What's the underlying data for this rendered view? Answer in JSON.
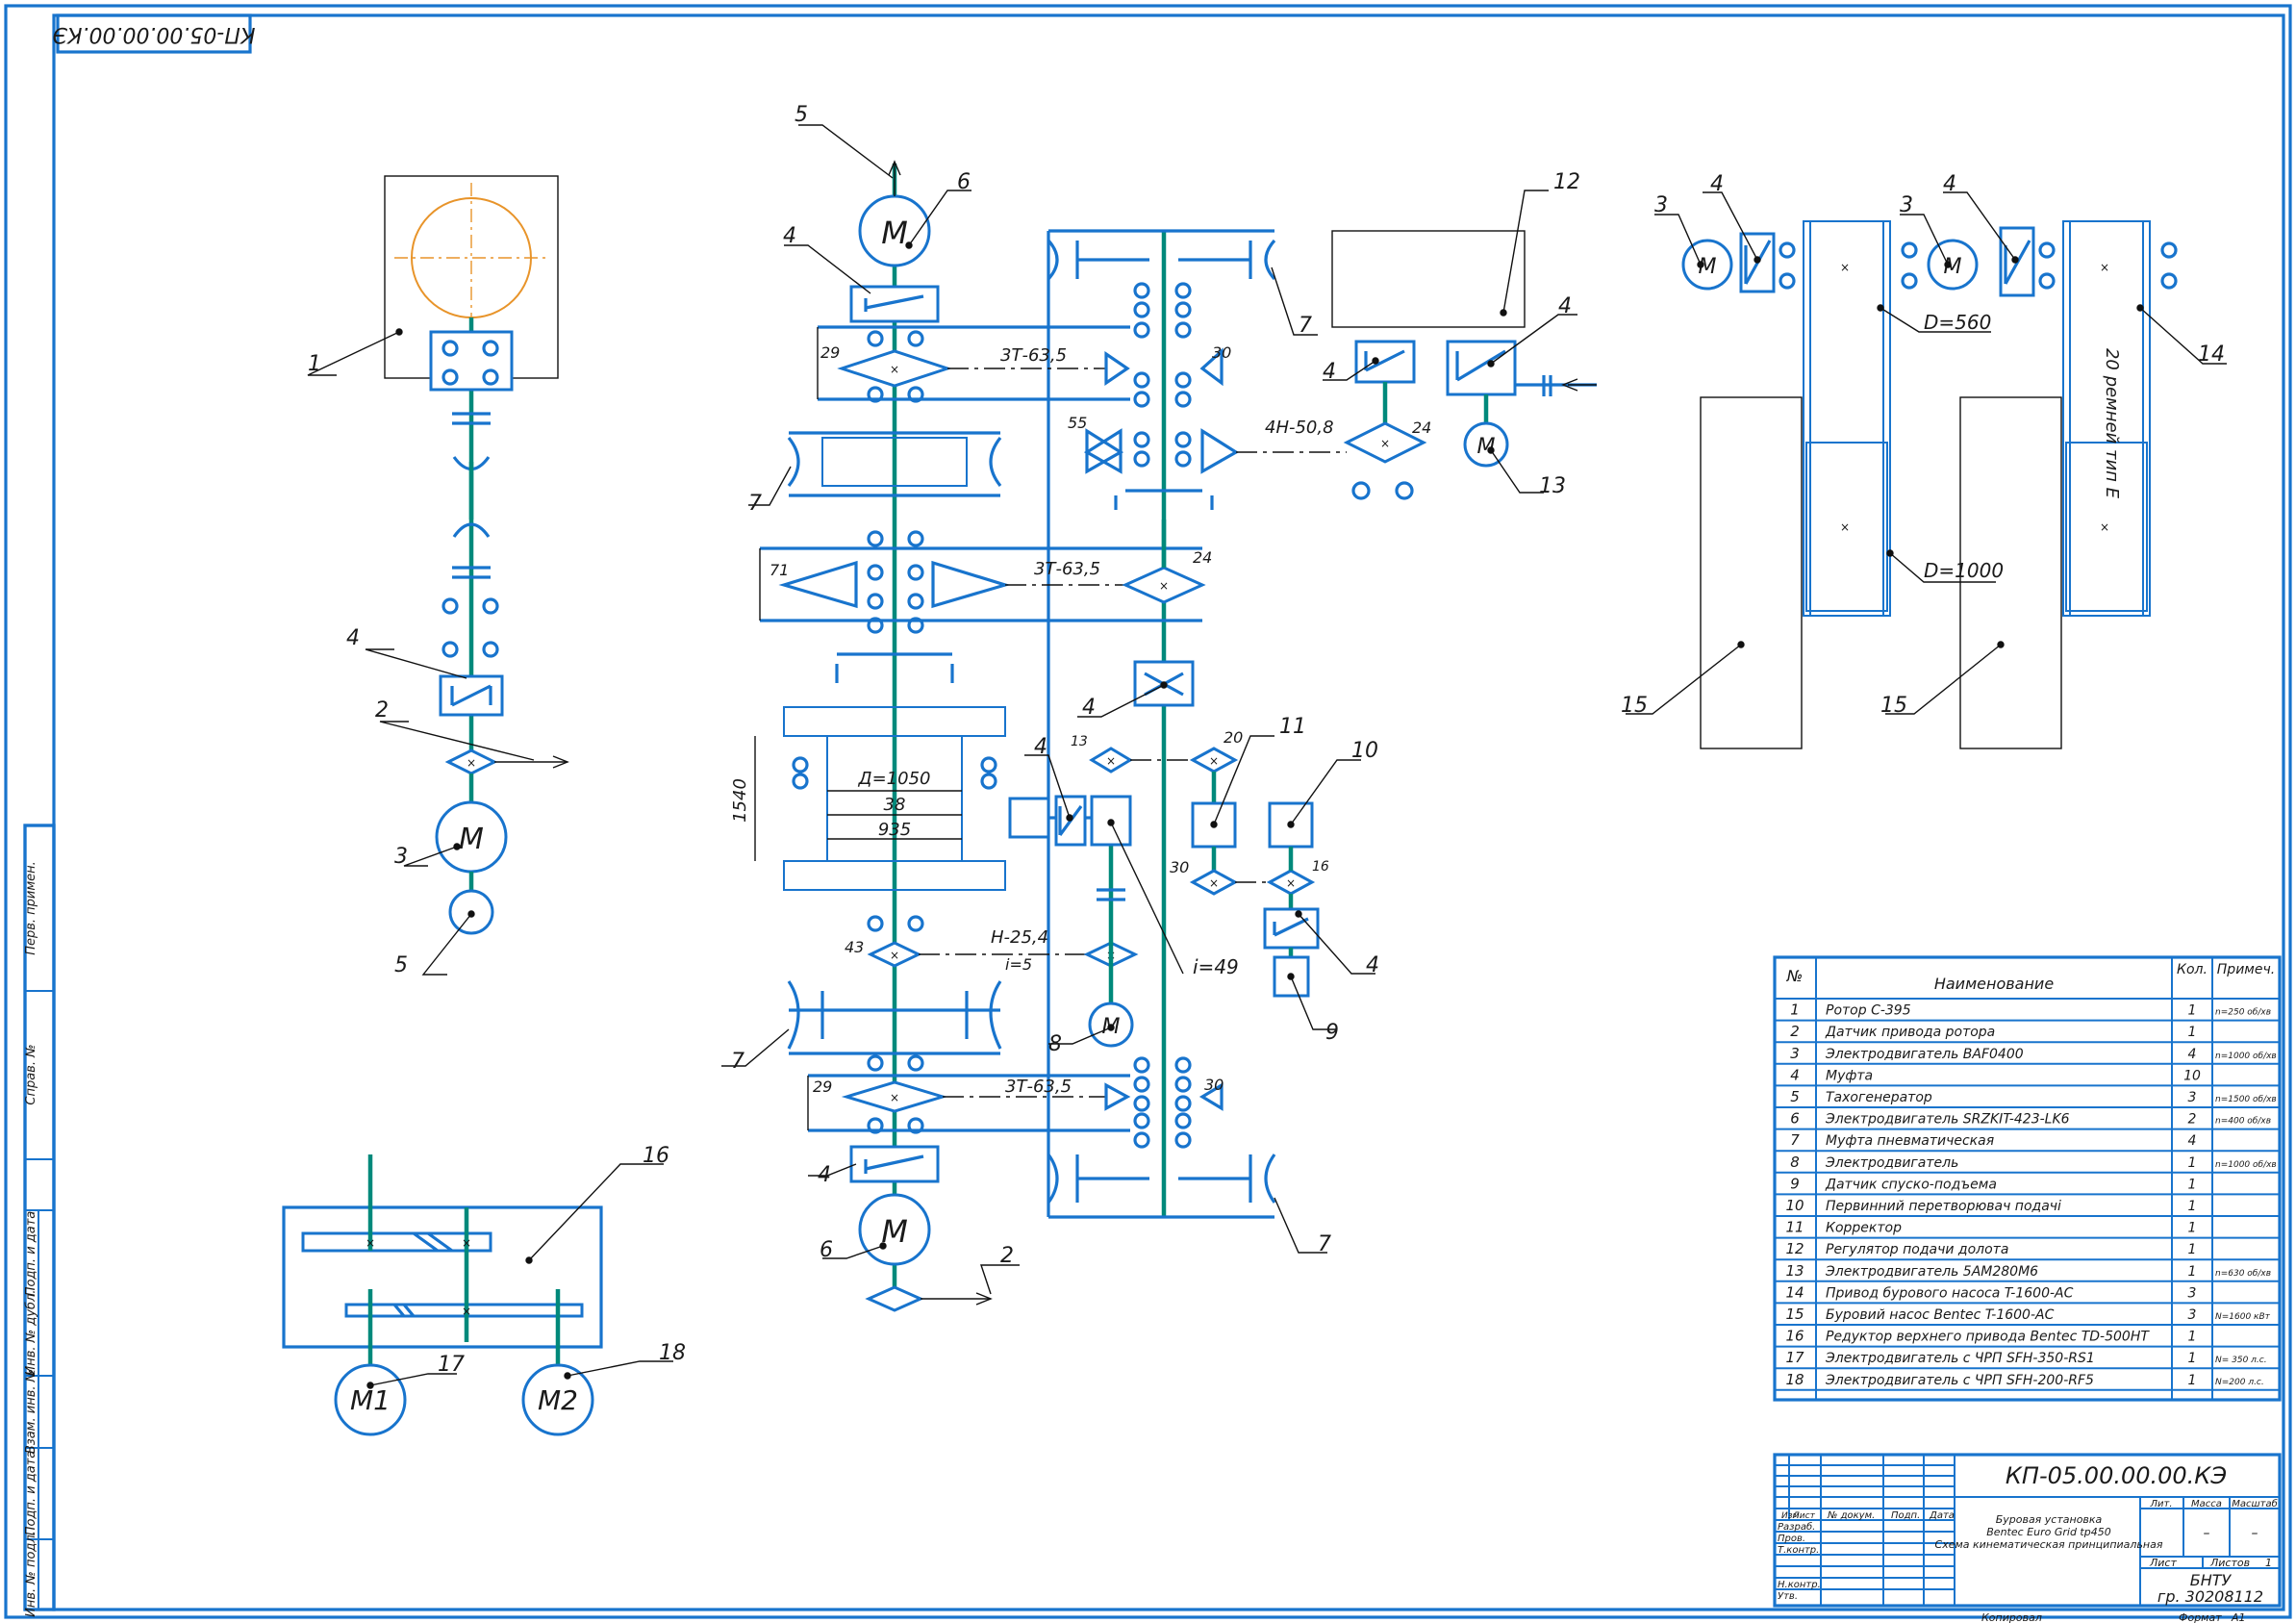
{
  "drawing": {
    "code": "КП-05.00.00.00.КЭ",
    "code_inverted": "КП-05.00.00.00.КЭ",
    "title_lines": [
      "Буровая установка",
      "Bentec Euro Grid tp450",
      "Схема кинематическая принципиальная"
    ],
    "org": "БНТУ",
    "group": "гр. 30208112",
    "sheet_label": "Лист",
    "sheets_label": "Листов",
    "sheets_value": "1",
    "lit_label": "Лит.",
    "mass_label": "Масса",
    "scale_label": "Масштаб",
    "mass_value": "–",
    "scale_value": "–",
    "copied": "Копировал",
    "format_label": "Формат",
    "format_value": "А1"
  },
  "stamp_columns": [
    "Изм",
    "Лист",
    "№ докум.",
    "Подп.",
    "Дата"
  ],
  "stamp_rows": [
    "Разраб.",
    "Пров.",
    "Т.контр.",
    "",
    "Н.контр.",
    "Утв."
  ],
  "side_labels": [
    "Перв. примен.",
    "Справ. №",
    "Подп. и дата",
    "Инв. № дубл.",
    "Взам. инв. №",
    "Подп. и дата",
    "Инв. № подл."
  ],
  "spec_headers": {
    "num": "№",
    "name": "Наименование",
    "qty": "Кол.",
    "note": "Примеч."
  },
  "spec_rows": [
    {
      "num": "1",
      "name": "Ротор С-395",
      "qty": "1",
      "note": "n=250 об/хв"
    },
    {
      "num": "2",
      "name": "Датчик привода ротора",
      "qty": "1",
      "note": ""
    },
    {
      "num": "3",
      "name": "Электродвигатель BAF0400",
      "qty": "4",
      "note": "n=1000 об/хв"
    },
    {
      "num": "4",
      "name": "Муфта",
      "qty": "10",
      "note": ""
    },
    {
      "num": "5",
      "name": "Тахогенератор",
      "qty": "3",
      "note": "n=1500 об/хв"
    },
    {
      "num": "6",
      "name": "Электродвигатель SRZKIT-423-LK6",
      "qty": "2",
      "note": "n=400 об/хв"
    },
    {
      "num": "7",
      "name": "Муфта пневматическая",
      "qty": "4",
      "note": ""
    },
    {
      "num": "8",
      "name": "Электродвигатель",
      "qty": "1",
      "note": "n=1000 об/хв"
    },
    {
      "num": "9",
      "name": "Датчик спуско-подъема",
      "qty": "1",
      "note": ""
    },
    {
      "num": "10",
      "name": "Первинний перетворювач подачі",
      "qty": "1",
      "note": ""
    },
    {
      "num": "11",
      "name": "Корректор",
      "qty": "1",
      "note": ""
    },
    {
      "num": "12",
      "name": "Регулятор подачи долота",
      "qty": "1",
      "note": ""
    },
    {
      "num": "13",
      "name": "Электродвигатель 5AM280M6",
      "qty": "1",
      "note": "n=630 об/хв"
    },
    {
      "num": "14",
      "name": "Привод бурового насоса T-1600-AC",
      "qty": "3",
      "note": ""
    },
    {
      "num": "15",
      "name": "Буровий насос Bentec T-1600-AC",
      "qty": "3",
      "note": "N=1600 кВт"
    },
    {
      "num": "16",
      "name": "Редуктор верхнего привода Bentec TD-500HT",
      "qty": "1",
      "note": ""
    },
    {
      "num": "17",
      "name": "Электродвигатель с ЧРП SFH-350-RS1",
      "qty": "1",
      "note": "N= 350 л.с."
    },
    {
      "num": "18",
      "name": "Электродвигатель с ЧРП SFH-200-RF5",
      "qty": "1",
      "note": "N=200 л.с."
    }
  ],
  "labels": {
    "motor": "М",
    "m1": "М1",
    "m2": "М2",
    "chain_3t_635": "3Т-63,5",
    "chain_4n": "4Н-50,8",
    "chain_h254": "Н-25,4",
    "i5": "i=5",
    "i49": "i=49",
    "d1050": "Д=1050",
    "dim38": "38",
    "dim935": "935",
    "dim1540": "1540",
    "d560": "D=560",
    "d1000": "D=1000",
    "belts": "20 ремней тип Е",
    "z29": "29",
    "z30": "30",
    "z55": "55",
    "z71": "71",
    "z24": "24",
    "z13": "13",
    "z20": "20",
    "z16": "16",
    "z43": "43"
  },
  "callouts": [
    "1",
    "2",
    "3",
    "4",
    "5",
    "6",
    "7",
    "8",
    "9",
    "10",
    "11",
    "12",
    "13",
    "14",
    "15",
    "16",
    "17",
    "18"
  ]
}
